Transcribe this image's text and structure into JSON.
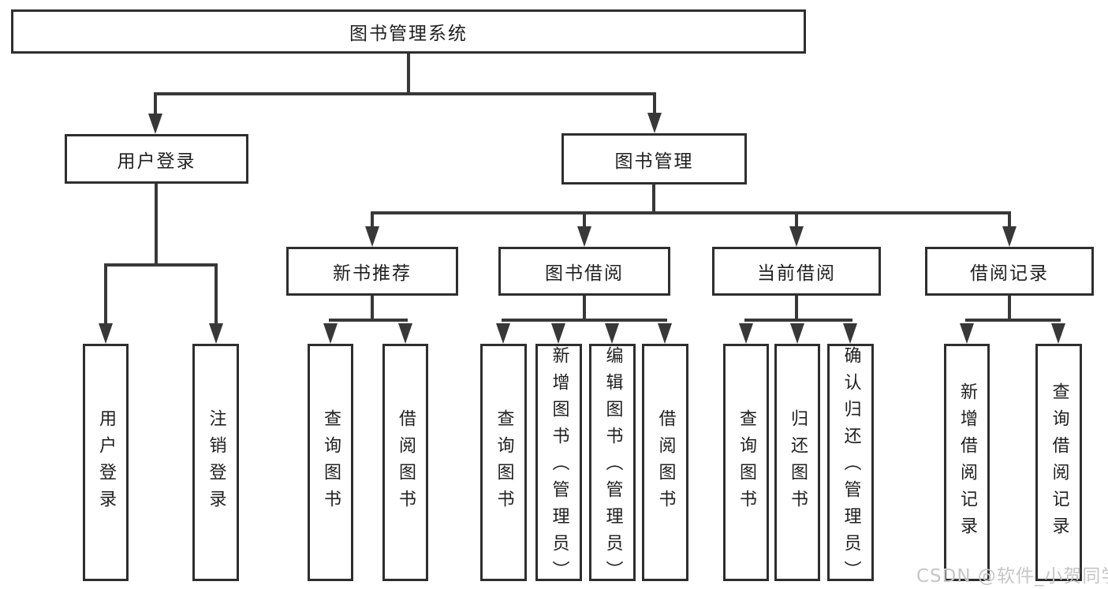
{
  "diagram": {
    "type": "hierarchy-tree",
    "root": "图书管理系统",
    "level2": [
      "用户登录",
      "图书管理"
    ],
    "level3": [
      "新书推荐",
      "图书借阅",
      "当前借阅",
      "借阅记录"
    ],
    "leaves": {
      "user_login": [
        "用户登录",
        "注销登录"
      ],
      "new_book_recommend": [
        "查询图书",
        "借阅图书"
      ],
      "book_borrow": [
        "查询图书",
        "新增图书（管理员）",
        "编辑图书（管理员）",
        "借阅图书"
      ],
      "current_borrow": [
        "查询图书",
        "归还图书",
        "确认归还（管理员）"
      ],
      "borrow_record": [
        "新增借阅记录",
        "查询借阅记录"
      ]
    }
  },
  "watermark": "CSDN @软件_小贺同学",
  "colors": {
    "line": "#383838",
    "box_border": "#2e2e2e",
    "text": "#1f1f1f",
    "watermark": "#c6c6c6",
    "background": "#ffffff"
  }
}
